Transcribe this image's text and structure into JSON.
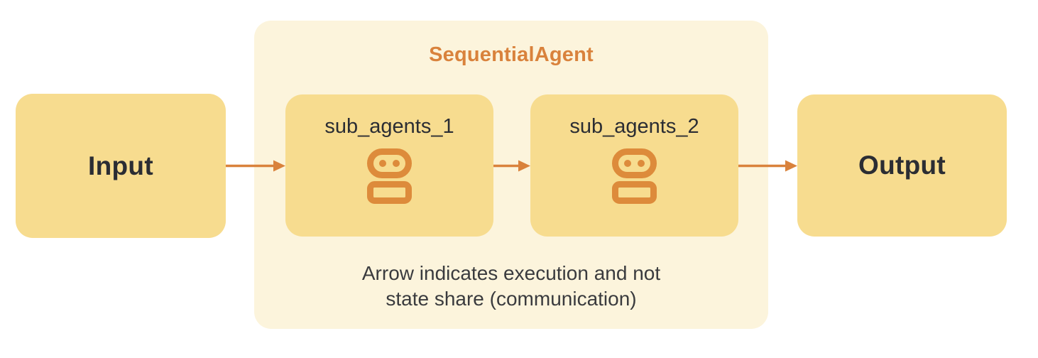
{
  "colors": {
    "background": "#FFFFFF",
    "node_fill": "#F7DC8F",
    "group_fill": "#FCF4DC",
    "accent_orange": "#D9823C",
    "icon_orange": "#DD8B3B",
    "text_dark": "#2B2D33",
    "caption_color": "#3A3B3E"
  },
  "group": {
    "title": "SequentialAgent",
    "caption_lines": [
      "Arrow indicates execution and not",
      "state share (communication)"
    ]
  },
  "nodes": {
    "input": {
      "label": "Input"
    },
    "sub_agent_1": {
      "label": "sub_agents_1",
      "icon": "robot-icon"
    },
    "sub_agent_2": {
      "label": "sub_agents_2",
      "icon": "robot-icon"
    },
    "output": {
      "label": "Output"
    }
  },
  "edges": [
    {
      "from": "Input",
      "to": "sub_agents_1"
    },
    {
      "from": "sub_agents_1",
      "to": "sub_agents_2"
    },
    {
      "from": "sub_agents_2",
      "to": "Output"
    }
  ]
}
